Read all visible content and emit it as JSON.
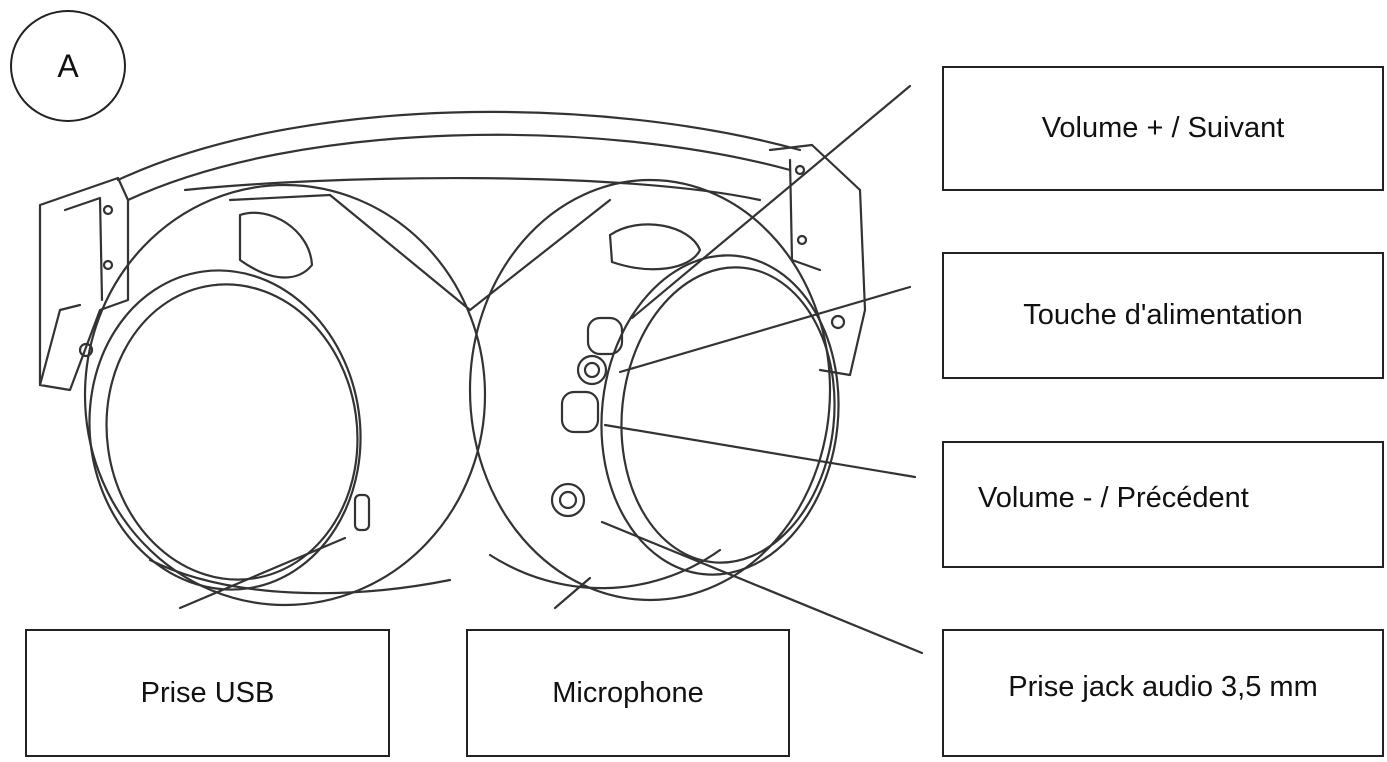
{
  "figure": {
    "badge": "A"
  },
  "labels": {
    "volume_plus": "Volume + / Suivant",
    "power": "Touche d'alimentation",
    "volume_minus": "Volume - / Précédent",
    "jack": "Prise jack audio 3,5 mm",
    "usb": "Prise USB",
    "microphone": "Microphone"
  },
  "colors": {
    "stroke": "#222222",
    "background": "#ffffff"
  }
}
